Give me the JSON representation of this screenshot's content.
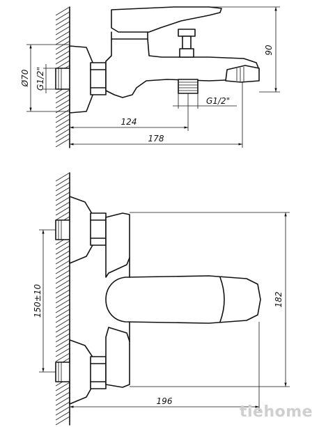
{
  "side_view": {
    "dim_height": "90",
    "dim_diameter": "Ø70",
    "thread_inlet": "G1/2\"",
    "thread_outlet": "G1/2\"",
    "dim_depth_outlet": "124",
    "dim_depth_total": "178"
  },
  "top_view": {
    "dim_center_distance": "150±10",
    "dim_width": "182",
    "dim_depth": "196"
  },
  "watermark": "tiehome"
}
